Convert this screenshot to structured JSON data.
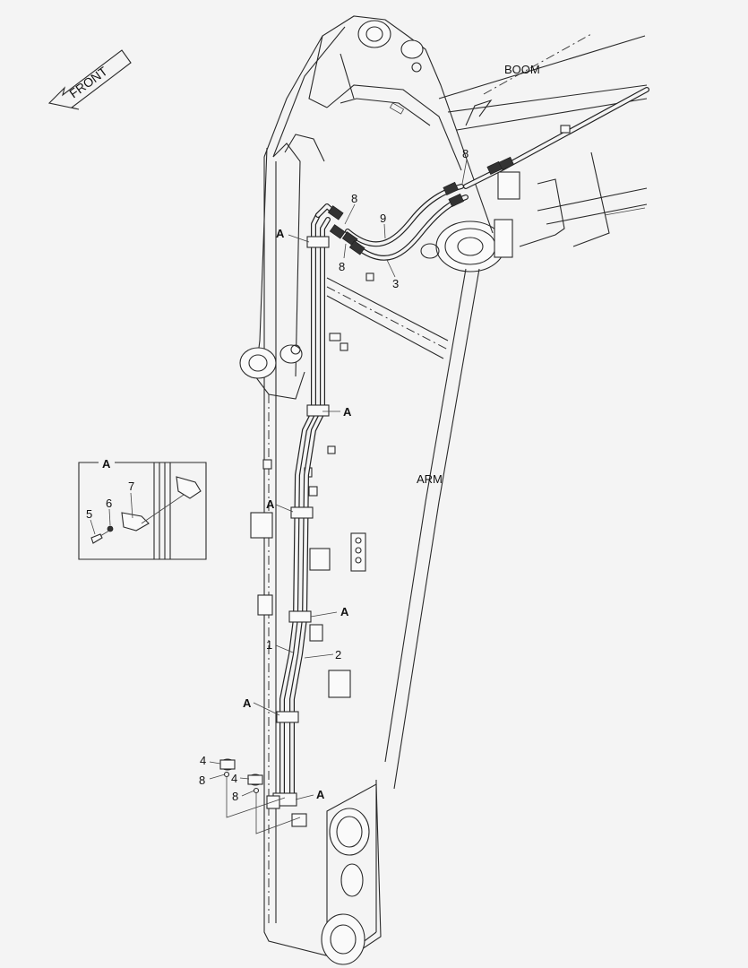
{
  "diagram": {
    "front_label": "FRONT",
    "boom_label": "BOOM",
    "arm_label": "ARM",
    "detail_label": "A",
    "callouts": {
      "pipe_left": "1",
      "pipe_right": "2",
      "hose_lower": "3",
      "nut_a": "4",
      "nut_b": "4",
      "bolt": "5",
      "washer": "6",
      "clamp": "7",
      "oring_top": "8",
      "oring_upper": "8",
      "oring_mid": "8",
      "oring_nut_a": "8",
      "oring_nut_b": "8",
      "hose_upper": "9"
    },
    "clamp_markers": [
      "A",
      "A",
      "A",
      "A",
      "A",
      "A"
    ]
  }
}
